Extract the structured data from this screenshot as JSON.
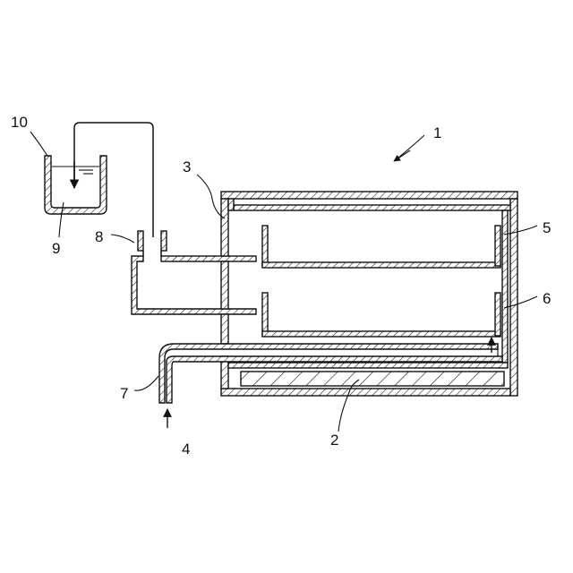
{
  "figure": {
    "labels": {
      "device": "1",
      "heater": "2",
      "housing_wall": "3",
      "upper_tray": "5",
      "lower_tray": "6",
      "inlet_pipe": "7",
      "vent_pipe": "8",
      "liquid": "9",
      "container": "10",
      "inlet_flow": "4"
    }
  }
}
